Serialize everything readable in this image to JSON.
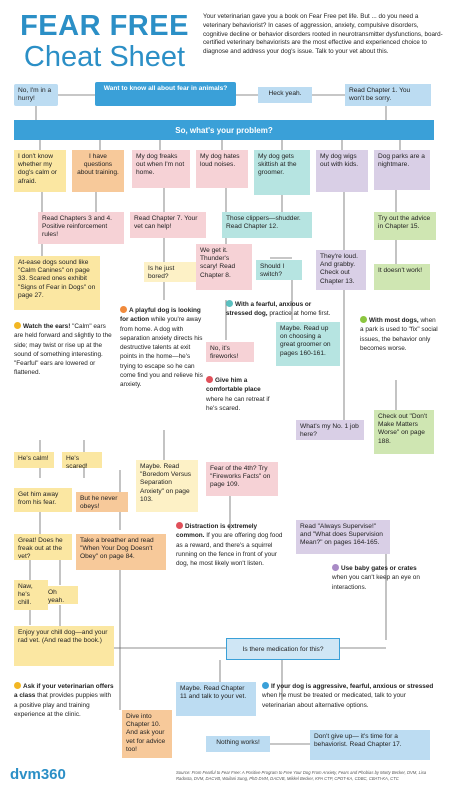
{
  "header": {
    "title_line1": "FEAR FREE",
    "title_line2": "Cheat Sheet",
    "intro": "Your veterinarian gave you a book on Fear Free pet life. But ... do you need a veterinary behaviorist? In cases of aggression, anxiety, compulsive disorders, cognitive decline or behavior disorders rooted in neurotransmitter dysfunctions, board-certified veterinary behaviorists are the most effective and experienced choice to diagnose and address your dog's issue. Talk to your vet about this."
  },
  "row1": {
    "no": "No, I'm in a hurry!",
    "question": "Want to know all about fear in animals?",
    "heck": "Heck yeah.",
    "read1": "Read Chapter 1. You won't be sorry."
  },
  "problem_bar": "So, what's your problem?",
  "categories": [
    "I don't know whether my dog's calm or afraid.",
    "I have questions about training.",
    "My dog freaks out when I'm not home.",
    "My dog hates loud noises.",
    "My dog gets skittish at the groomer.",
    "My dog wigs out with kids.",
    "Dog parks are a nightmare."
  ],
  "nodes": {
    "ch34": "Read Chapters 3 and 4. Positive reinforcement rules!",
    "ch7": "Read Chapter 7. Your vet can help!",
    "clippers": "Those clippers—shudder. Read Chapter 12.",
    "ch15": "Try out the advice in Chapter 15.",
    "calm_canines": "At-ease dogs sound like \"Calm Canines\" on page 33. Scared ones exhibit \"Signs of Fear in Dogs\" on page 27.",
    "bored": "Is he just bored?",
    "thunder": "We get it. Thunder's scary! Read Chapter 8.",
    "switch": "Should I switch?",
    "kids_loud": "They're loud. And grabby. Check out Chapter 13.",
    "not_work": "It doesn't work!",
    "fireworks": "No, it's fireworks!",
    "groomer_pages": "Maybe. Read up on choosing a great groomer on pages 160-161.",
    "whats_job": "What's my No. 1 job here?",
    "dont_make": "Check out \"Don't Make Matters Worse\" on page 188.",
    "boredom": "Maybe. Read \"Boredom Versus Separation Anxiety\" on page 103.",
    "fear4th": "Fear of the 4th? Try \"Fireworks Facts\" on page 109.",
    "calm": "He's calm!",
    "scared": "He's scared!",
    "get_away": "Get him away from his fear.",
    "never_obeys": "But he never obeys!",
    "always_sup": "Read \"Always Supervise!\" and \"What does Supervision Mean?\" on pages 164-165.",
    "great": "Great! Does he freak out at the vet?",
    "breather": "Take a breather and read \"When Your Dog Doesn't Obey\" on page 84.",
    "nah": "Naw, he's chill.",
    "oh_yeah": "Oh yeah.",
    "enjoy": "Enjoy your chill dog—and your rad vet. (And read the book.)",
    "medication": "Is there medication for this?",
    "ch11": "Maybe. Read Chapter 11 and talk to your vet.",
    "ch10": "Dive into Chapter 10. And ask your vet for advice too!",
    "nothing": "Nothing works!",
    "ch17": "Don't give up— it's time for a behaviorist. Read Chapter 17."
  },
  "tips": {
    "ears_head": "Watch the ears!",
    "ears": "\"Calm\" ears are held forward and slightly to the side; may twist or rise up at the sound of something interesting. \"Fearful\" ears are lowered or flattened.",
    "playful_head": "A playful dog is looking for action",
    "playful": "while you're away from home. A dog with separation anxiety directs his destructive talents at exit points in the home—he's trying to escape so he can come find you and relieve his anxiety.",
    "fearful_head": "With a fearful, anxious or stressed dog,",
    "fearful": "practice at home first.",
    "comfort_head": "Give him a comfortable place",
    "comfort": "where he can retreat if he's scared.",
    "most_head": "With most dogs,",
    "most": "when a park is used to \"fix\" social issues, the behavior only becomes worse.",
    "distraction_head": "Distraction is extremely common.",
    "distraction": "If you are offering dog food as a reward, and there's a squirrel running on the fence in front of your dog, he most likely won't listen.",
    "baby_head": "Use baby gates or crates",
    "baby": "when you can't keep an eye on interactions.",
    "class_head": "Ask if your veterinarian offers a class",
    "class": "that provides puppies with a positive play and training experience at the clinic.",
    "aggressive_head": "If your dog is aggressive, fearful, anxious or stressed",
    "aggressive": "when he must be treated or medicated, talk to your veterinarian about alternative options."
  },
  "footer": {
    "logo": "dvm360",
    "source": "Source: From Fearful to Fear Free: A Positive Program to Free Your Dog From Anxiety, Fears and Phobias by Marty Becker, DVM, Lisa Radosta, DVM, DACVB, Wailani Sung, PhD DVM, DACVB, Mikkel Becker, KPA CTP, CPDT-KA, CDBC, CBATI-KA, CTC"
  },
  "colors": {
    "title": "#2b8fc6",
    "dot_yellow": "#f2b623",
    "dot_orange": "#f08a3c",
    "dot_teal": "#5bc0c0",
    "dot_red": "#e0505a",
    "dot_green": "#8cc63f",
    "dot_purple": "#a98bc6",
    "dot_blue": "#3aa0d8"
  }
}
